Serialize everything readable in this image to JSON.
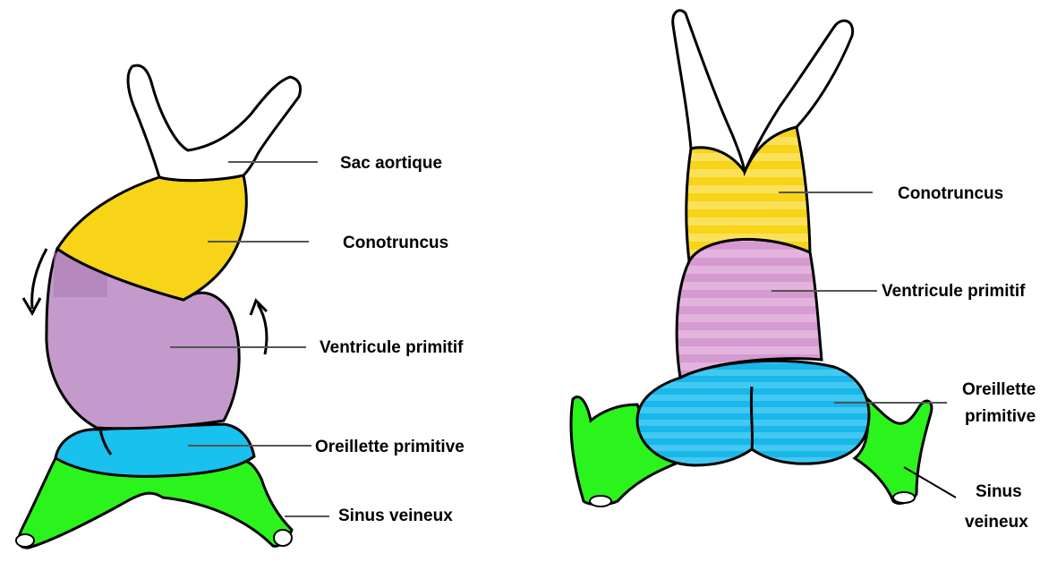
{
  "left_heart": {
    "labels": {
      "sac_aortique": "Sac aortique",
      "conotruncus": "Conotruncus",
      "ventricule": "Ventricule primitif",
      "oreillette": "Oreillette primitive",
      "sinus": "Sinus veineux"
    }
  },
  "right_heart": {
    "labels": {
      "conotruncus": "Conotruncus",
      "ventricule": "Ventricule primitif",
      "oreillette_line1": "Oreillette",
      "oreillette_line2": "primitive",
      "sinus_line1": "Sinus",
      "sinus_line2": "veineux"
    }
  },
  "colors": {
    "aortic_sac": "#ffffff",
    "conotruncus": "#f7d417",
    "ventricle": "#c39acb",
    "ventricle_right": "#d59ad0",
    "atrium": "#19c1ee",
    "sinus": "#2bf41d",
    "outline": "#000000"
  }
}
